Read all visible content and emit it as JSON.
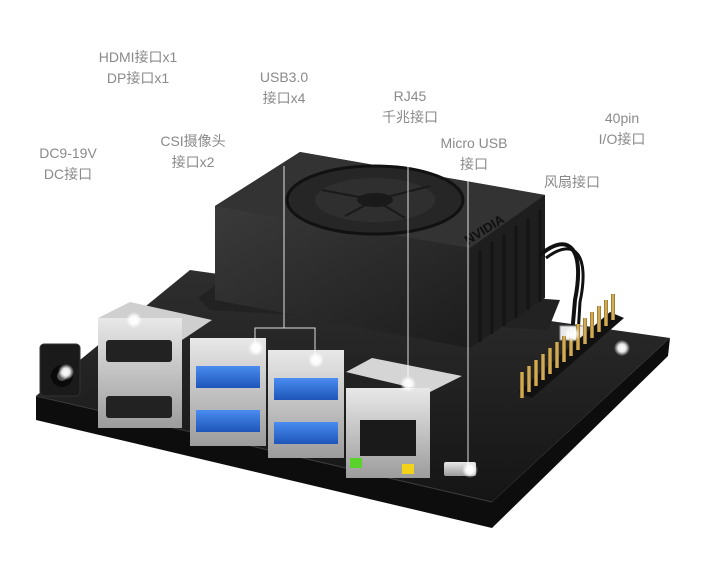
{
  "callouts": {
    "dc": {
      "line1": "DC9-19V",
      "line2": "DC接口"
    },
    "hdmi": {
      "line1": "HDMI接口x1",
      "line2": "DP接口x1"
    },
    "csi": {
      "line1": "CSI摄像头",
      "line2": "接口x2"
    },
    "usb3": {
      "line1": "USB3.0",
      "line2": "接口x4"
    },
    "rj45": {
      "line1": "RJ45",
      "line2": "千兆接口"
    },
    "microusb": {
      "line1": "Micro USB",
      "line2": "接口"
    },
    "fan": {
      "line1": "风扇接口"
    },
    "gpio": {
      "line1": "40pin",
      "line2": "I/O接口"
    }
  },
  "heatsink_logo": "NVIDIA",
  "colors": {
    "label_text": "#8a8a8a",
    "board": "#1f1f1f",
    "heatsink": "#2b2b2b",
    "usb_blue": "#2d6fd6",
    "pin_gold": "#c9a24a",
    "led_green": "#5bd12e",
    "led_yellow": "#f2d21a"
  }
}
